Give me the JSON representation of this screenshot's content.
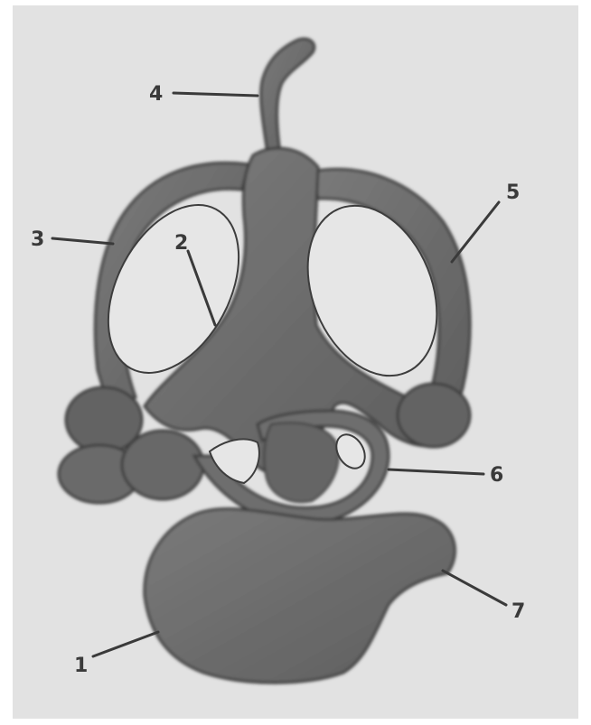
{
  "labels": {
    "one": "1",
    "two": "2",
    "three": "3",
    "four": "4",
    "five": "5",
    "six": "6",
    "seven": "7"
  },
  "colors": {
    "background": "#e4e4e4",
    "structure_fill": "#6f6f6f",
    "structure_edge": "#3d3d3d",
    "text": "#3a3a3a"
  }
}
